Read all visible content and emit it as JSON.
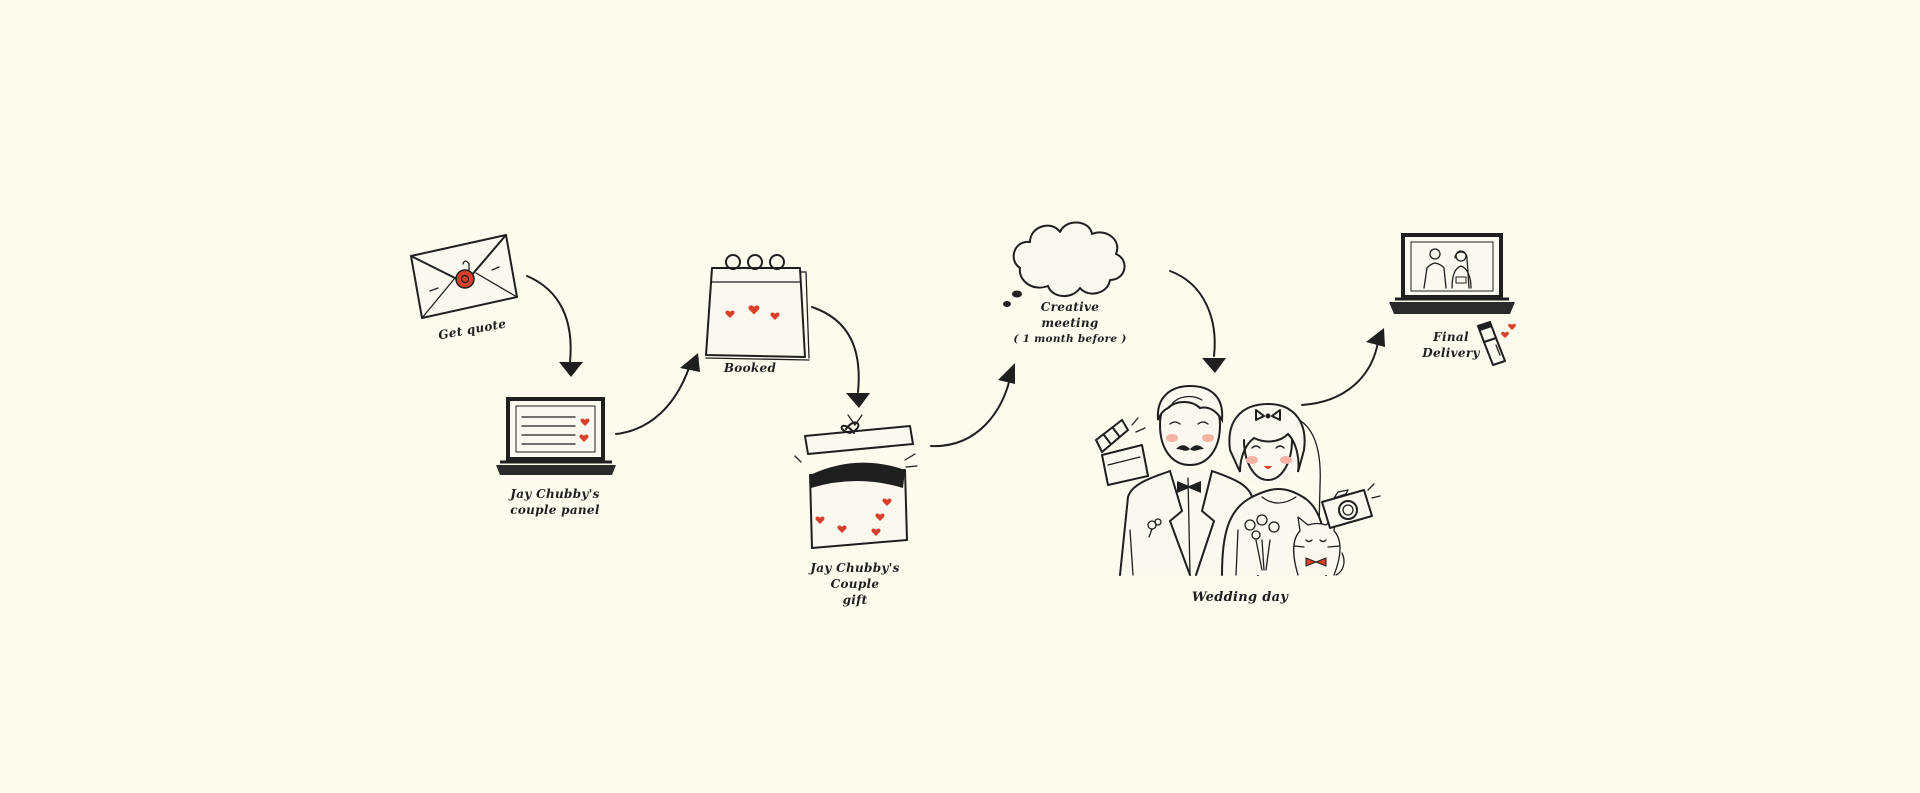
{
  "colors": {
    "background": "#fdfaee",
    "ink": "#1f1f1f",
    "accent_red": "#d7412b",
    "blush": "#f3b3a6"
  },
  "steps": {
    "get_quote": {
      "label": "Get quote",
      "icon": "envelope-icon"
    },
    "couple_panel": {
      "line1": "Jay Chubby's",
      "line2": "couple panel",
      "icon": "laptop-icon"
    },
    "booked": {
      "label": "Booked",
      "icon": "calendar-icon"
    },
    "couple_gift": {
      "line1": "Jay Chubby's",
      "line2": "Couple",
      "line3": "gift",
      "icon": "gift-box-icon"
    },
    "creative_meeting": {
      "line1": "Creative",
      "line2": "meeting",
      "line3": "( 1 month before )",
      "icon": "thought-cloud-icon"
    },
    "wedding_day": {
      "label": "Wedding day",
      "icon": "couple-icon"
    },
    "final_delivery": {
      "line1": "Final",
      "line2": "Delivery",
      "icon": "laptop-photo-icon"
    }
  }
}
